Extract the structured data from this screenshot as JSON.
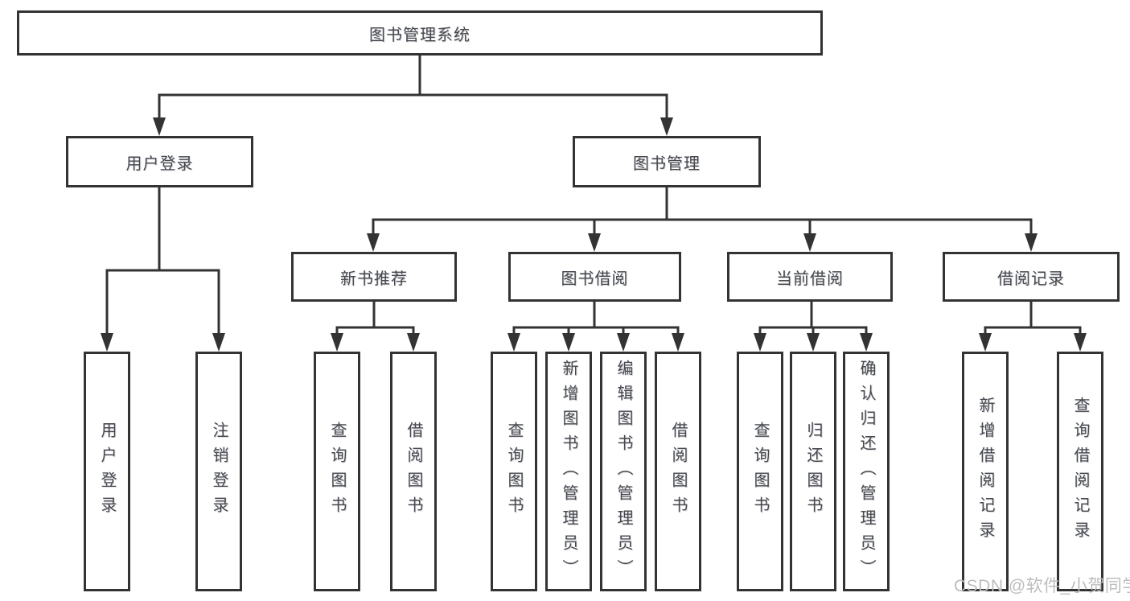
{
  "diagram": {
    "title": "图书管理系统",
    "user_branch": {
      "label": "用户登录",
      "children": [
        {
          "label": "用户登录"
        },
        {
          "label": "注销登录"
        }
      ]
    },
    "book_branch": {
      "label": "图书管理",
      "sections": [
        {
          "label": "新书推荐",
          "children": [
            {
              "label": "查询图书"
            },
            {
              "label": "借阅图书"
            }
          ]
        },
        {
          "label": "图书借阅",
          "children": [
            {
              "label": "查询图书"
            },
            {
              "label": "新增图书（管理员）"
            },
            {
              "label": "编辑图书（管理员）"
            },
            {
              "label": "借阅图书"
            }
          ]
        },
        {
          "label": "当前借阅",
          "children": [
            {
              "label": "查询图书"
            },
            {
              "label": "归还图书"
            },
            {
              "label": "确认归还（管理员）"
            }
          ]
        },
        {
          "label": "借阅记录",
          "children": [
            {
              "label": "新增借阅记录"
            },
            {
              "label": "查询借阅记录"
            }
          ]
        }
      ]
    }
  },
  "watermark": {
    "text": "CSDN @软件_小贺同学"
  },
  "colors": {
    "line": "#333333",
    "box_border": "#333333",
    "text": "#45484e",
    "watermark": "#bdbdbd",
    "background": "#ffffff"
  }
}
